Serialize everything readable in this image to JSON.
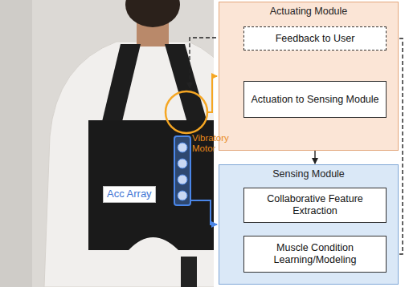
{
  "diagram": {
    "nodes": [
      {
        "text": [
          "Actuating Module"
        ]
      },
      {
        "text": [
          "Feedback to User"
        ],
        "in": 0
      },
      {
        "text": [
          "Actuation to Sensing Module"
        ],
        "in": 0
      },
      {
        "text": [
          "Sensing Module"
        ]
      },
      {
        "text": [
          "Collaborative Feature Extraction"
        ],
        "in": 3
      },
      {
        "text": [
          "Muscle Condition Learning/Modeling"
        ],
        "in": 3
      }
    ],
    "edges": [
      {
        "from": 2,
        "to": 3,
        "arrow": "to"
      },
      {
        "from": 5,
        "to": 1,
        "arrow": "to"
      }
    ],
    "labels": [
      "Vibratory Motor",
      "Acc Array"
    ]
  }
}
